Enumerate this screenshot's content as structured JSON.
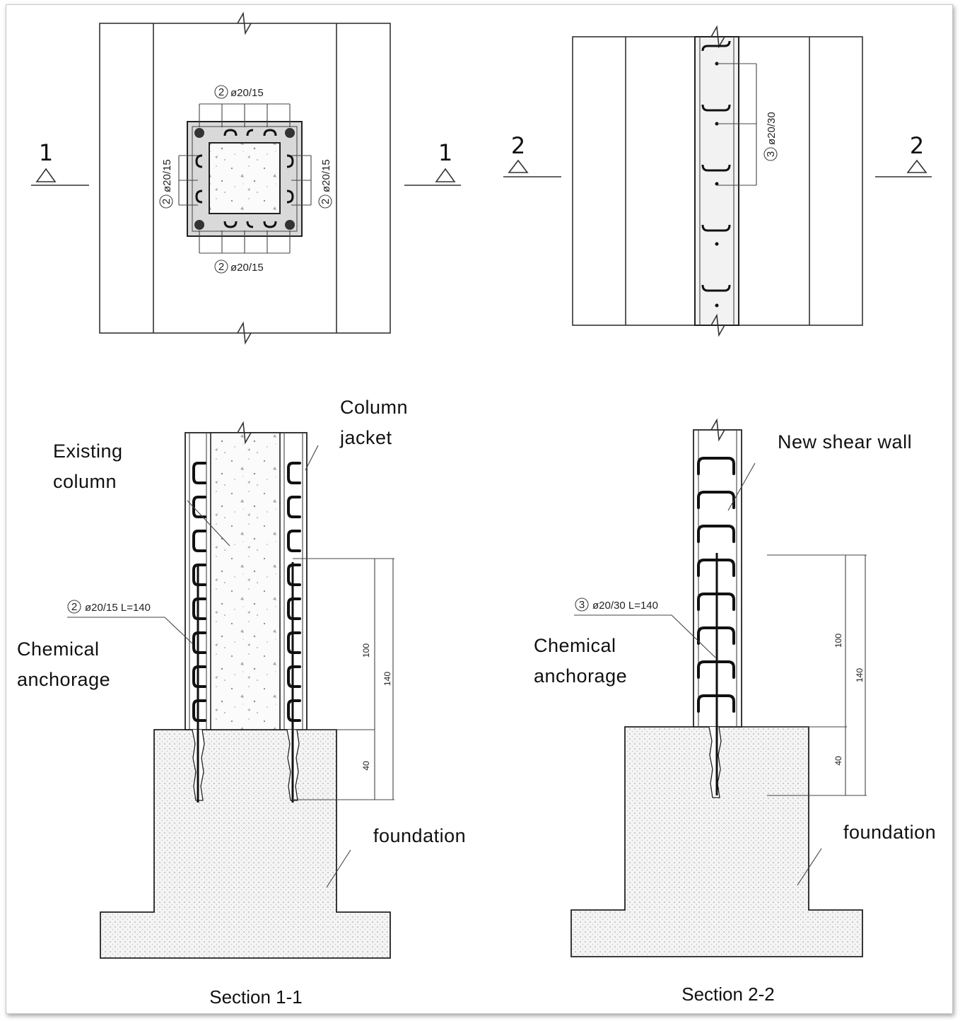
{
  "plan_1": {
    "section_mark": "1",
    "label_top": "ø20/15",
    "label_bottom": "ø20/15",
    "label_left": "ø20/15",
    "label_right": "ø20/15",
    "bar_number": "2"
  },
  "plan_2": {
    "section_mark": "2",
    "label": "ø20/30",
    "bar_number": "3"
  },
  "section_1": {
    "existing_column": [
      "Existing",
      "column"
    ],
    "column_jacket": [
      "Column",
      "jacket"
    ],
    "anchor_callout": "ø20/15 L=140",
    "anchor_bar_number": "2",
    "chemical_anchorage": [
      "Chemical",
      "anchorage"
    ],
    "foundation": "foundation",
    "dim_top": "100",
    "dim_total": "140",
    "dim_bottom": "40",
    "caption": "Section 1-1"
  },
  "section_2": {
    "new_shear_wall": "New shear wall",
    "anchor_callout": "ø20/30 L=140",
    "anchor_bar_number": "3",
    "chemical_anchorage": [
      "Chemical",
      "anchorage"
    ],
    "foundation": "foundation",
    "dim_top": "100",
    "dim_total": "140",
    "dim_bottom": "40",
    "caption": "Section 2-2"
  }
}
